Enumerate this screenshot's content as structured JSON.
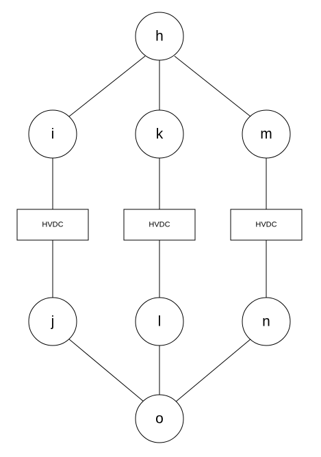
{
  "diagram": {
    "nodes": {
      "h": "h",
      "i": "i",
      "k": "k",
      "m": "m",
      "j": "j",
      "l": "l",
      "n": "n",
      "o": "o"
    },
    "converters": {
      "left": "HVDC",
      "middle": "HVDC",
      "right": "HVDC"
    },
    "edges": [
      [
        "h",
        "i"
      ],
      [
        "h",
        "k"
      ],
      [
        "h",
        "m"
      ],
      [
        "i",
        "hvdc-left"
      ],
      [
        "hvdc-left",
        "j"
      ],
      [
        "k",
        "hvdc-middle"
      ],
      [
        "hvdc-middle",
        "l"
      ],
      [
        "m",
        "hvdc-right"
      ],
      [
        "hvdc-right",
        "n"
      ],
      [
        "j",
        "o"
      ],
      [
        "l",
        "o"
      ],
      [
        "n",
        "o"
      ]
    ]
  },
  "colors": {
    "stroke": "#000000",
    "fill": "#ffffff",
    "text": "#000000"
  }
}
